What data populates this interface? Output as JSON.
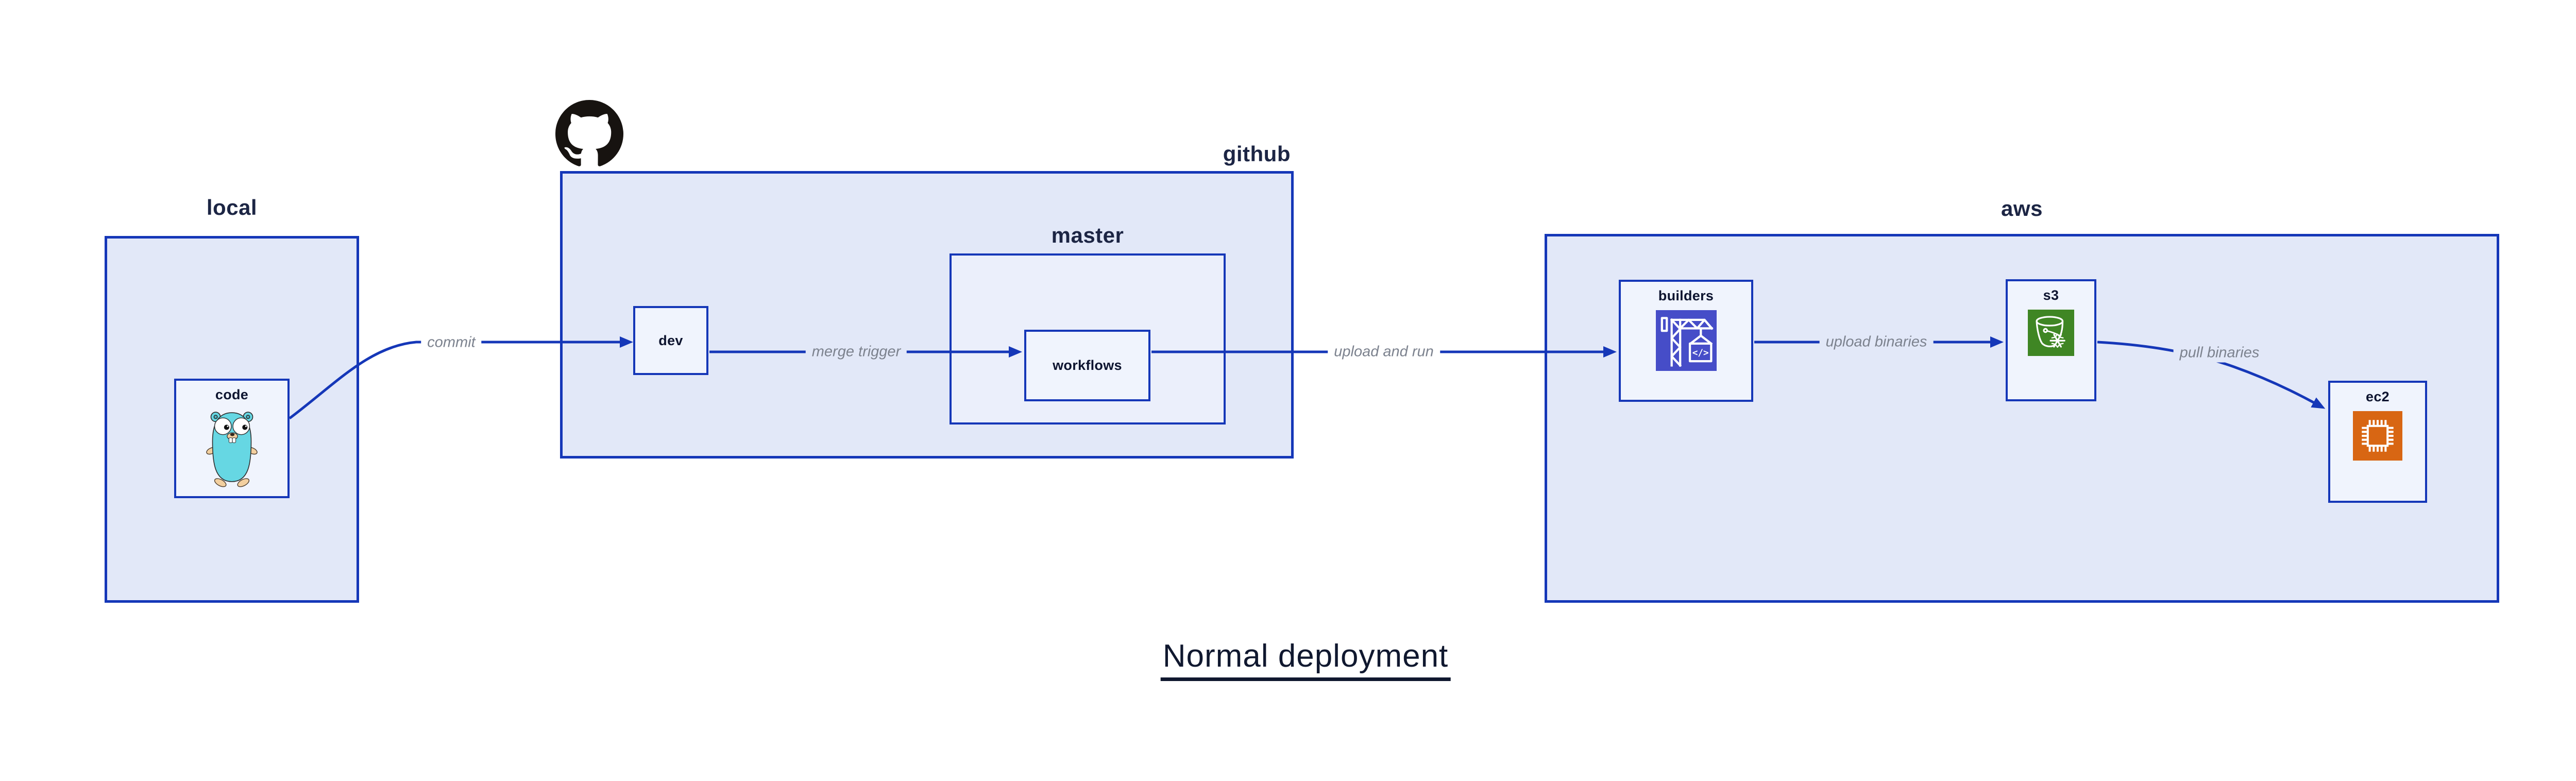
{
  "title": {
    "text": "Normal deployment"
  },
  "groups": {
    "local": {
      "label": "local"
    },
    "github": {
      "label": "github",
      "logo_icon": "github-octocat-icon"
    },
    "master": {
      "label": "master"
    },
    "aws": {
      "label": "aws"
    }
  },
  "nodes": {
    "code": {
      "label": "code",
      "icon": "go-gopher-icon",
      "parent": "local"
    },
    "dev": {
      "label": "dev",
      "parent": "github"
    },
    "workflows": {
      "label": "workflows",
      "parent": "master"
    },
    "builders": {
      "label": "builders",
      "icon": "aws-codebuild-icon",
      "parent": "aws"
    },
    "s3": {
      "label": "s3",
      "icon": "aws-s3-glacier-icon",
      "parent": "aws"
    },
    "ec2": {
      "label": "ec2",
      "icon": "aws-ec2-icon",
      "parent": "aws"
    }
  },
  "edges": [
    {
      "id": "commit",
      "from": "code",
      "to": "dev",
      "label": "commit"
    },
    {
      "id": "merge-trigger",
      "from": "dev",
      "to": "workflows",
      "label": "merge trigger"
    },
    {
      "id": "upload-and-run",
      "from": "workflows",
      "to": "builders",
      "label": "upload and run"
    },
    {
      "id": "upload-binaries",
      "from": "builders",
      "to": "s3",
      "label": "upload binaries"
    },
    {
      "id": "pull-binaries",
      "from": "s3",
      "to": "ec2",
      "label": "pull binaries"
    }
  ],
  "icons": {
    "codebuild_glyph": "</>"
  },
  "colors": {
    "edge_blue": "#1537b8",
    "group_fill": "#e2e8f8",
    "inner_group_fill": "#ebeffb",
    "node_fill": "#f0f4fd",
    "edge_label_gray": "#7c828e",
    "text_dark": "#10182f",
    "codebuild_indigo": "#464dc8",
    "s3_green": "#3f8624",
    "ec2_orange": "#d86613",
    "gopher_teal": "#66d7e3",
    "octocat_black": "#171310"
  }
}
